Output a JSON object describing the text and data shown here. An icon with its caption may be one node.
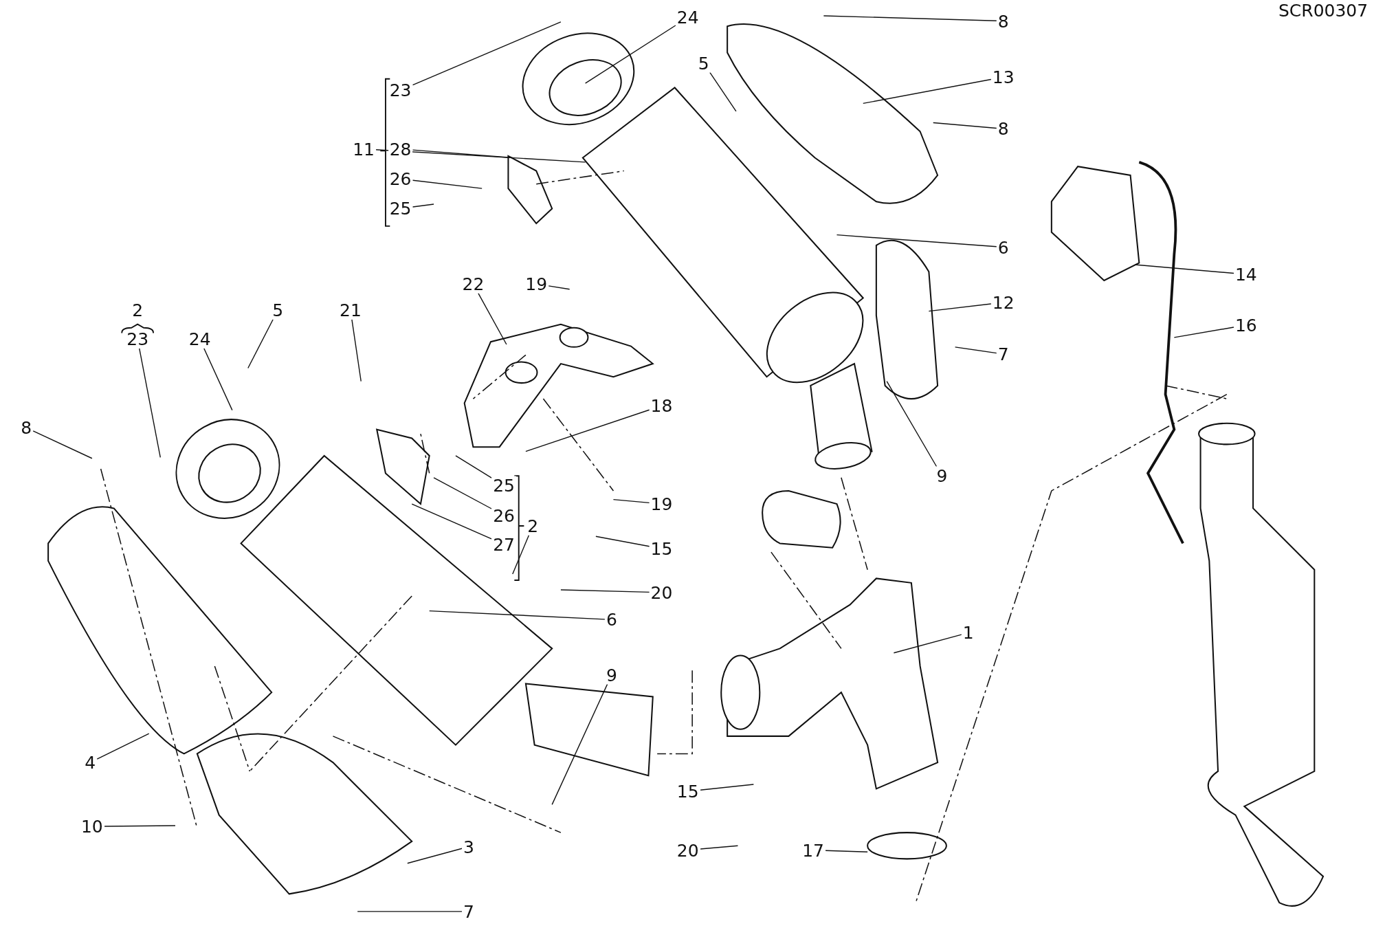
{
  "diagram": {
    "nodes": [
      {
        "text": [
          "24"
        ]
      },
      {
        "text": [
          "23"
        ]
      },
      {
        "text": [
          "11"
        ]
      },
      {
        "text": [
          "28"
        ]
      },
      {
        "text": [
          "26"
        ]
      },
      {
        "text": [
          "25"
        ]
      },
      {
        "text": [
          "8"
        ]
      },
      {
        "text": [
          "5"
        ]
      },
      {
        "text": [
          "13"
        ]
      },
      {
        "text": [
          "8"
        ]
      },
      {
        "text": [
          "6"
        ]
      },
      {
        "text": [
          "12"
        ]
      },
      {
        "text": [
          "7"
        ]
      },
      {
        "text": [
          "9"
        ]
      },
      {
        "text": [
          "14"
        ]
      },
      {
        "text": [
          "16"
        ]
      },
      {
        "text": [
          "22"
        ]
      },
      {
        "text": [
          "19"
        ]
      },
      {
        "text": [
          "21"
        ]
      },
      {
        "text": [
          "18"
        ]
      },
      {
        "text": [
          "19"
        ]
      },
      {
        "text": [
          "15"
        ]
      },
      {
        "text": [
          "20"
        ]
      },
      {
        "text": [
          "25"
        ]
      },
      {
        "text": [
          "26"
        ]
      },
      {
        "text": [
          "27"
        ]
      },
      {
        "text": [
          "2"
        ]
      },
      {
        "text": [
          "23"
        ]
      },
      {
        "text": [
          "24"
        ]
      },
      {
        "text": [
          "5"
        ]
      },
      {
        "text": [
          "8"
        ]
      },
      {
        "text": [
          "6"
        ]
      },
      {
        "text": [
          "9"
        ]
      },
      {
        "text": [
          "1"
        ]
      },
      {
        "text": [
          "4"
        ]
      },
      {
        "text": [
          "10"
        ]
      },
      {
        "text": [
          "3"
        ]
      },
      {
        "text": [
          "7"
        ]
      },
      {
        "text": [
          "15"
        ]
      },
      {
        "text": [
          "20"
        ]
      },
      {
        "text": [
          "17"
        ]
      }
    ],
    "edges": [
      {
        "from": 0,
        "to": null,
        "arrow": "none"
      },
      {
        "from": 1,
        "to": null,
        "arrow": "none"
      },
      {
        "from": 2,
        "to": null,
        "arrow": "none"
      },
      {
        "from": 3,
        "to": null,
        "arrow": "none"
      },
      {
        "from": 4,
        "to": null,
        "arrow": "none"
      },
      {
        "from": 5,
        "to": null,
        "arrow": "none"
      },
      {
        "from": 6,
        "to": null,
        "arrow": "none"
      },
      {
        "from": 7,
        "to": null,
        "arrow": "none"
      },
      {
        "from": 8,
        "to": null,
        "arrow": "none"
      },
      {
        "from": 9,
        "to": null,
        "arrow": "none"
      },
      {
        "from": 10,
        "to": null,
        "arrow": "none"
      },
      {
        "from": 11,
        "to": null,
        "arrow": "none"
      },
      {
        "from": 12,
        "to": null,
        "arrow": "none"
      },
      {
        "from": 13,
        "to": null,
        "arrow": "none"
      },
      {
        "from": 14,
        "to": null,
        "arrow": "none"
      },
      {
        "from": 15,
        "to": null,
        "arrow": "none"
      },
      {
        "from": 16,
        "to": null,
        "arrow": "none"
      },
      {
        "from": 17,
        "to": null,
        "arrow": "none"
      },
      {
        "from": 18,
        "to": null,
        "arrow": "none"
      },
      {
        "from": 19,
        "to": null,
        "arrow": "none"
      },
      {
        "from": 20,
        "to": null,
        "arrow": "none"
      },
      {
        "from": 21,
        "to": null,
        "arrow": "none"
      },
      {
        "from": 22,
        "to": null,
        "arrow": "none"
      },
      {
        "from": 23,
        "to": null,
        "arrow": "none"
      },
      {
        "from": 24,
        "to": null,
        "arrow": "none"
      },
      {
        "from": 25,
        "to": null,
        "arrow": "none"
      },
      {
        "from": 26,
        "to": null,
        "arrow": "none"
      },
      {
        "from": 27,
        "to": null,
        "arrow": "none"
      },
      {
        "from": 28,
        "to": null,
        "arrow": "none"
      },
      {
        "from": 29,
        "to": null,
        "arrow": "none"
      },
      {
        "from": 30,
        "to": null,
        "arrow": "none"
      },
      {
        "from": 31,
        "to": null,
        "arrow": "none"
      },
      {
        "from": 32,
        "to": null,
        "arrow": "none"
      },
      {
        "from": 33,
        "to": null,
        "arrow": "none"
      },
      {
        "from": 34,
        "to": null,
        "arrow": "none"
      },
      {
        "from": 35,
        "to": null,
        "arrow": "none"
      },
      {
        "from": 36,
        "to": null,
        "arrow": "none"
      },
      {
        "from": 37,
        "to": null,
        "arrow": "none"
      },
      {
        "from": 38,
        "to": null,
        "arrow": "none"
      },
      {
        "from": 39,
        "to": null,
        "arrow": "none"
      },
      {
        "from": 40,
        "to": null,
        "arrow": "none"
      }
    ],
    "labels": [
      "SCR00307",
      "2"
    ]
  }
}
